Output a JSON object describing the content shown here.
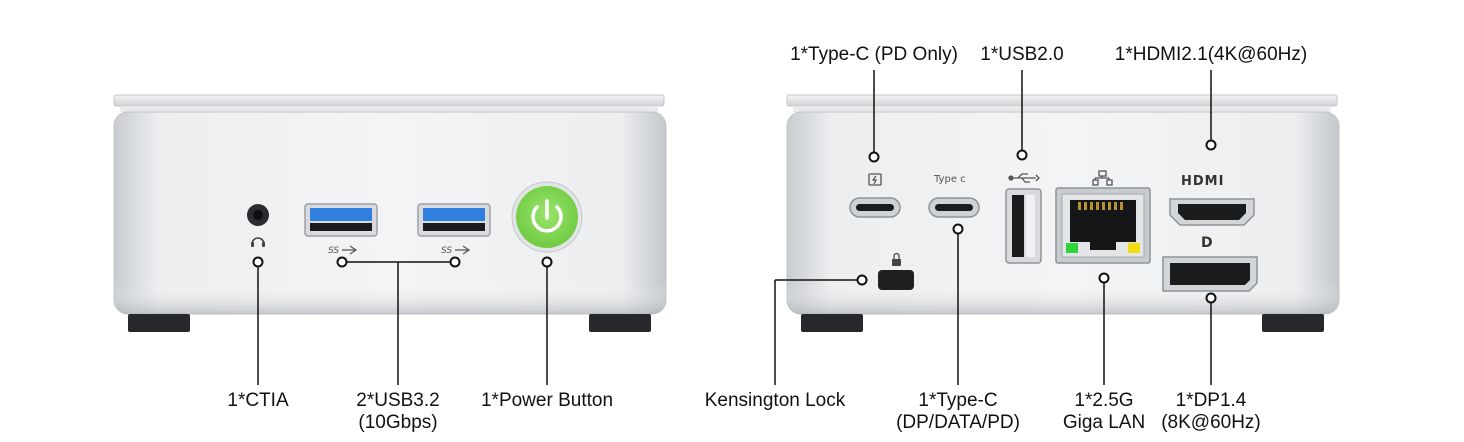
{
  "colors": {
    "power_button": "#7ed957",
    "usb3_blue": "#2f7fe0",
    "lan_led_green": "#2fd33a",
    "lan_led_yellow": "#f2de10",
    "chassis": "#e4e6e8"
  },
  "front": {
    "ctia_label": "1*CTIA",
    "usb32_label_line1": "2*USB3.2",
    "usb32_label_line2": "(10Gbps)",
    "power_label": "1*Power Button",
    "usb_ss_marking": "SS"
  },
  "rear": {
    "typec_pd_label": "1*Type-C (PD Only)",
    "usb20_label": "1*USB2.0",
    "hdmi_label": "1*HDMI2.1(4K@60Hz)",
    "kensington_label": "Kensington Lock",
    "typec_dp_label_line1": "1*Type-C",
    "typec_dp_label_line2": "(DP/DATA/PD)",
    "lan_label_line1": "1*2.5G",
    "lan_label_line2": "Giga LAN",
    "dp_label_line1": "1*DP1.4",
    "dp_label_line2": "(8K@60Hz)",
    "typec_marking": "Type c",
    "hdmi_marking": "HDMI",
    "dp_marking": "D"
  }
}
